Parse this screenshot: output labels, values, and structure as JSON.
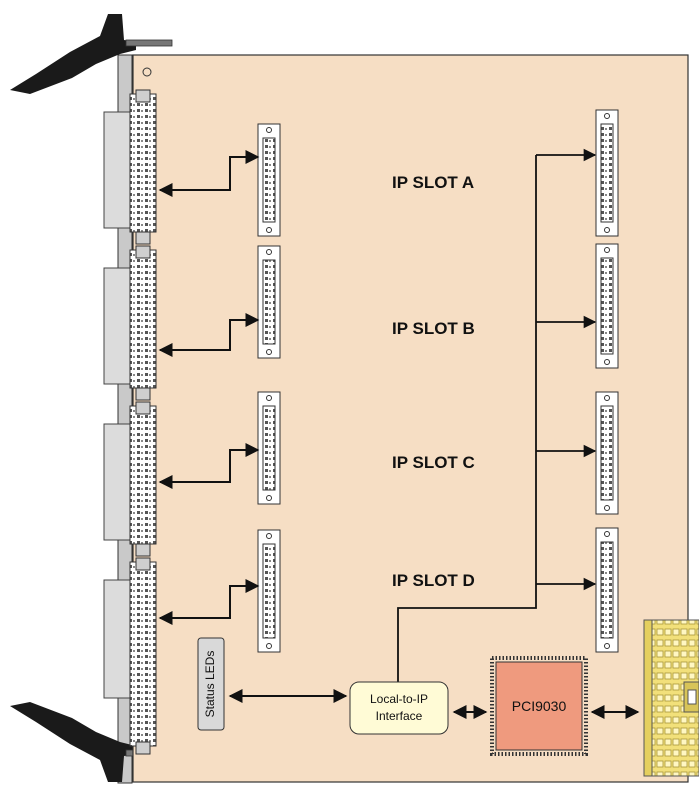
{
  "slots": [
    {
      "label": "IP SLOT A"
    },
    {
      "label": "IP SLOT B"
    },
    {
      "label": "IP SLOT C"
    },
    {
      "label": "IP SLOT D"
    }
  ],
  "blocks": {
    "status_leds": "Status LEDs",
    "local_ip_line1": "Local-to-IP",
    "local_ip_line2": "Interface",
    "pci_chip": "PCI9030"
  },
  "colors": {
    "board": "#f6dec4",
    "interface_box": "#fffbd6",
    "pci_chip": "#ef9a7e",
    "edge_connector": "#f2e07a",
    "status_box": "#d9d9d9",
    "bracket": "#1a1a1a"
  }
}
